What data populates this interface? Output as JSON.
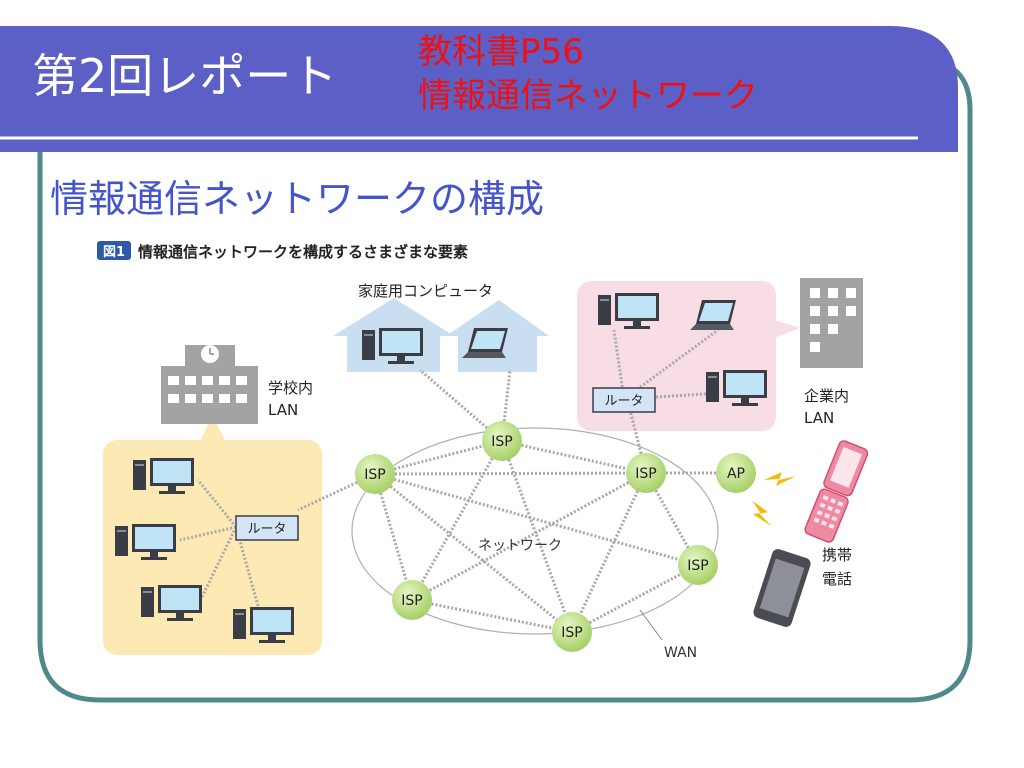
{
  "slide": {
    "title": "第2回レポート",
    "source_line1": "教科書P56",
    "source_line2": "情報通信ネットワーク",
    "heading": "情報通信ネットワークの構成"
  },
  "figure": {
    "badge": "図1",
    "caption": "情報通信ネットワークを構成するさまざまな要素",
    "home_label": "家庭用コンピュータ",
    "school_label_1": "学校内",
    "school_label_2": "LAN",
    "corp_label_1": "企業内",
    "corp_label_2": "LAN",
    "router_label": "ルータ",
    "isp_label": "ISP",
    "ap_label": "AP",
    "network_label": "ネットワーク",
    "wan_label": "WAN",
    "mobile_label_1": "携帯",
    "mobile_label_2": "電話"
  },
  "colors": {
    "title_bar": "#5c5fc6",
    "frame_border": "#4f8a8b",
    "source_text": "#ee1111",
    "heading_text": "#4455cc",
    "school_zone": "#fce9b3",
    "corp_zone": "#f8dde4",
    "house": "#c9dff1",
    "isp_node": "#c6e58d"
  }
}
